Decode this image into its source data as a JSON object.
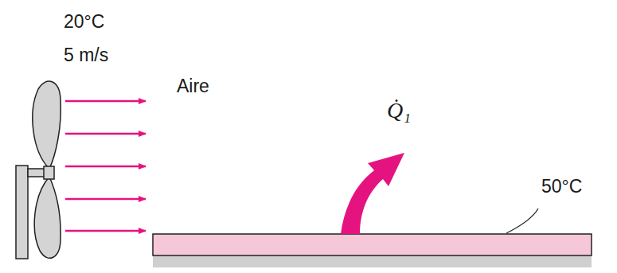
{
  "diagram": {
    "labels": [
      "20°C",
      "5 m/s",
      "Aire",
      "Q̇₁",
      "50°C"
    ]
  }
}
